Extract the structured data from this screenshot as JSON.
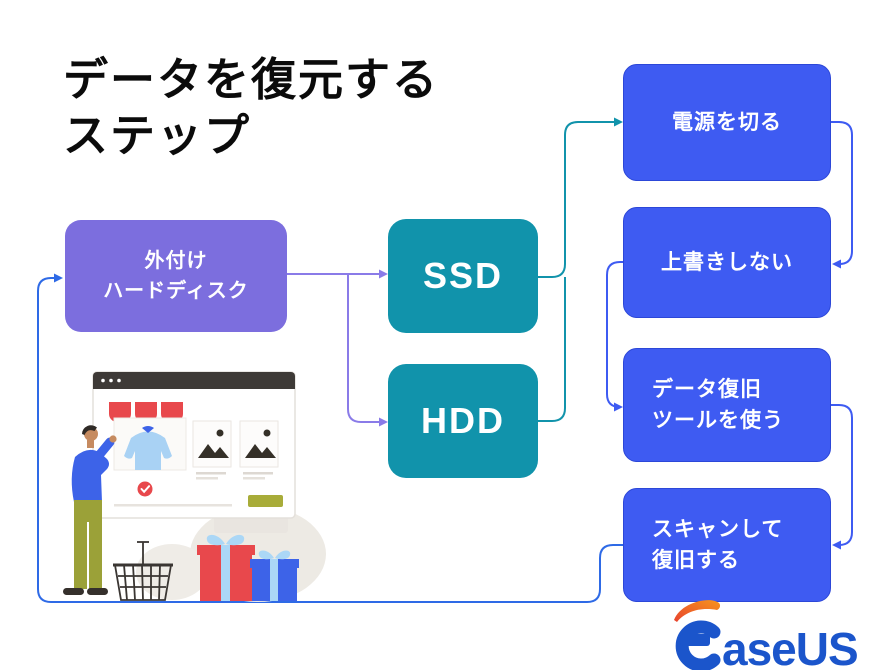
{
  "title": {
    "line1": "データを復元する",
    "line2": "ステップ"
  },
  "flow": {
    "source": {
      "line1": "外付け",
      "line2": "ハードディスク"
    },
    "drives": [
      {
        "label": "SSD"
      },
      {
        "label": "HDD"
      }
    ],
    "steps": [
      {
        "line1": "電源を切る",
        "line2": ""
      },
      {
        "line1": "上書きしない",
        "line2": ""
      },
      {
        "line1": "データ復旧",
        "line2": "ツールを使う"
      },
      {
        "line1": "スキャンして",
        "line2": "復旧する"
      }
    ]
  },
  "logo": {
    "brand_text": "aseUS"
  },
  "colors": {
    "source_box": "#7C6EDE",
    "drive_box": "#1193AB",
    "step_box": "#3E5BF2",
    "loop_arrow": "#2E6AE6",
    "title_text": "#0B0B0B",
    "logo_blue": "#1B55CB",
    "logo_orange_start": "#E8432E",
    "logo_orange_end": "#F7941D"
  }
}
